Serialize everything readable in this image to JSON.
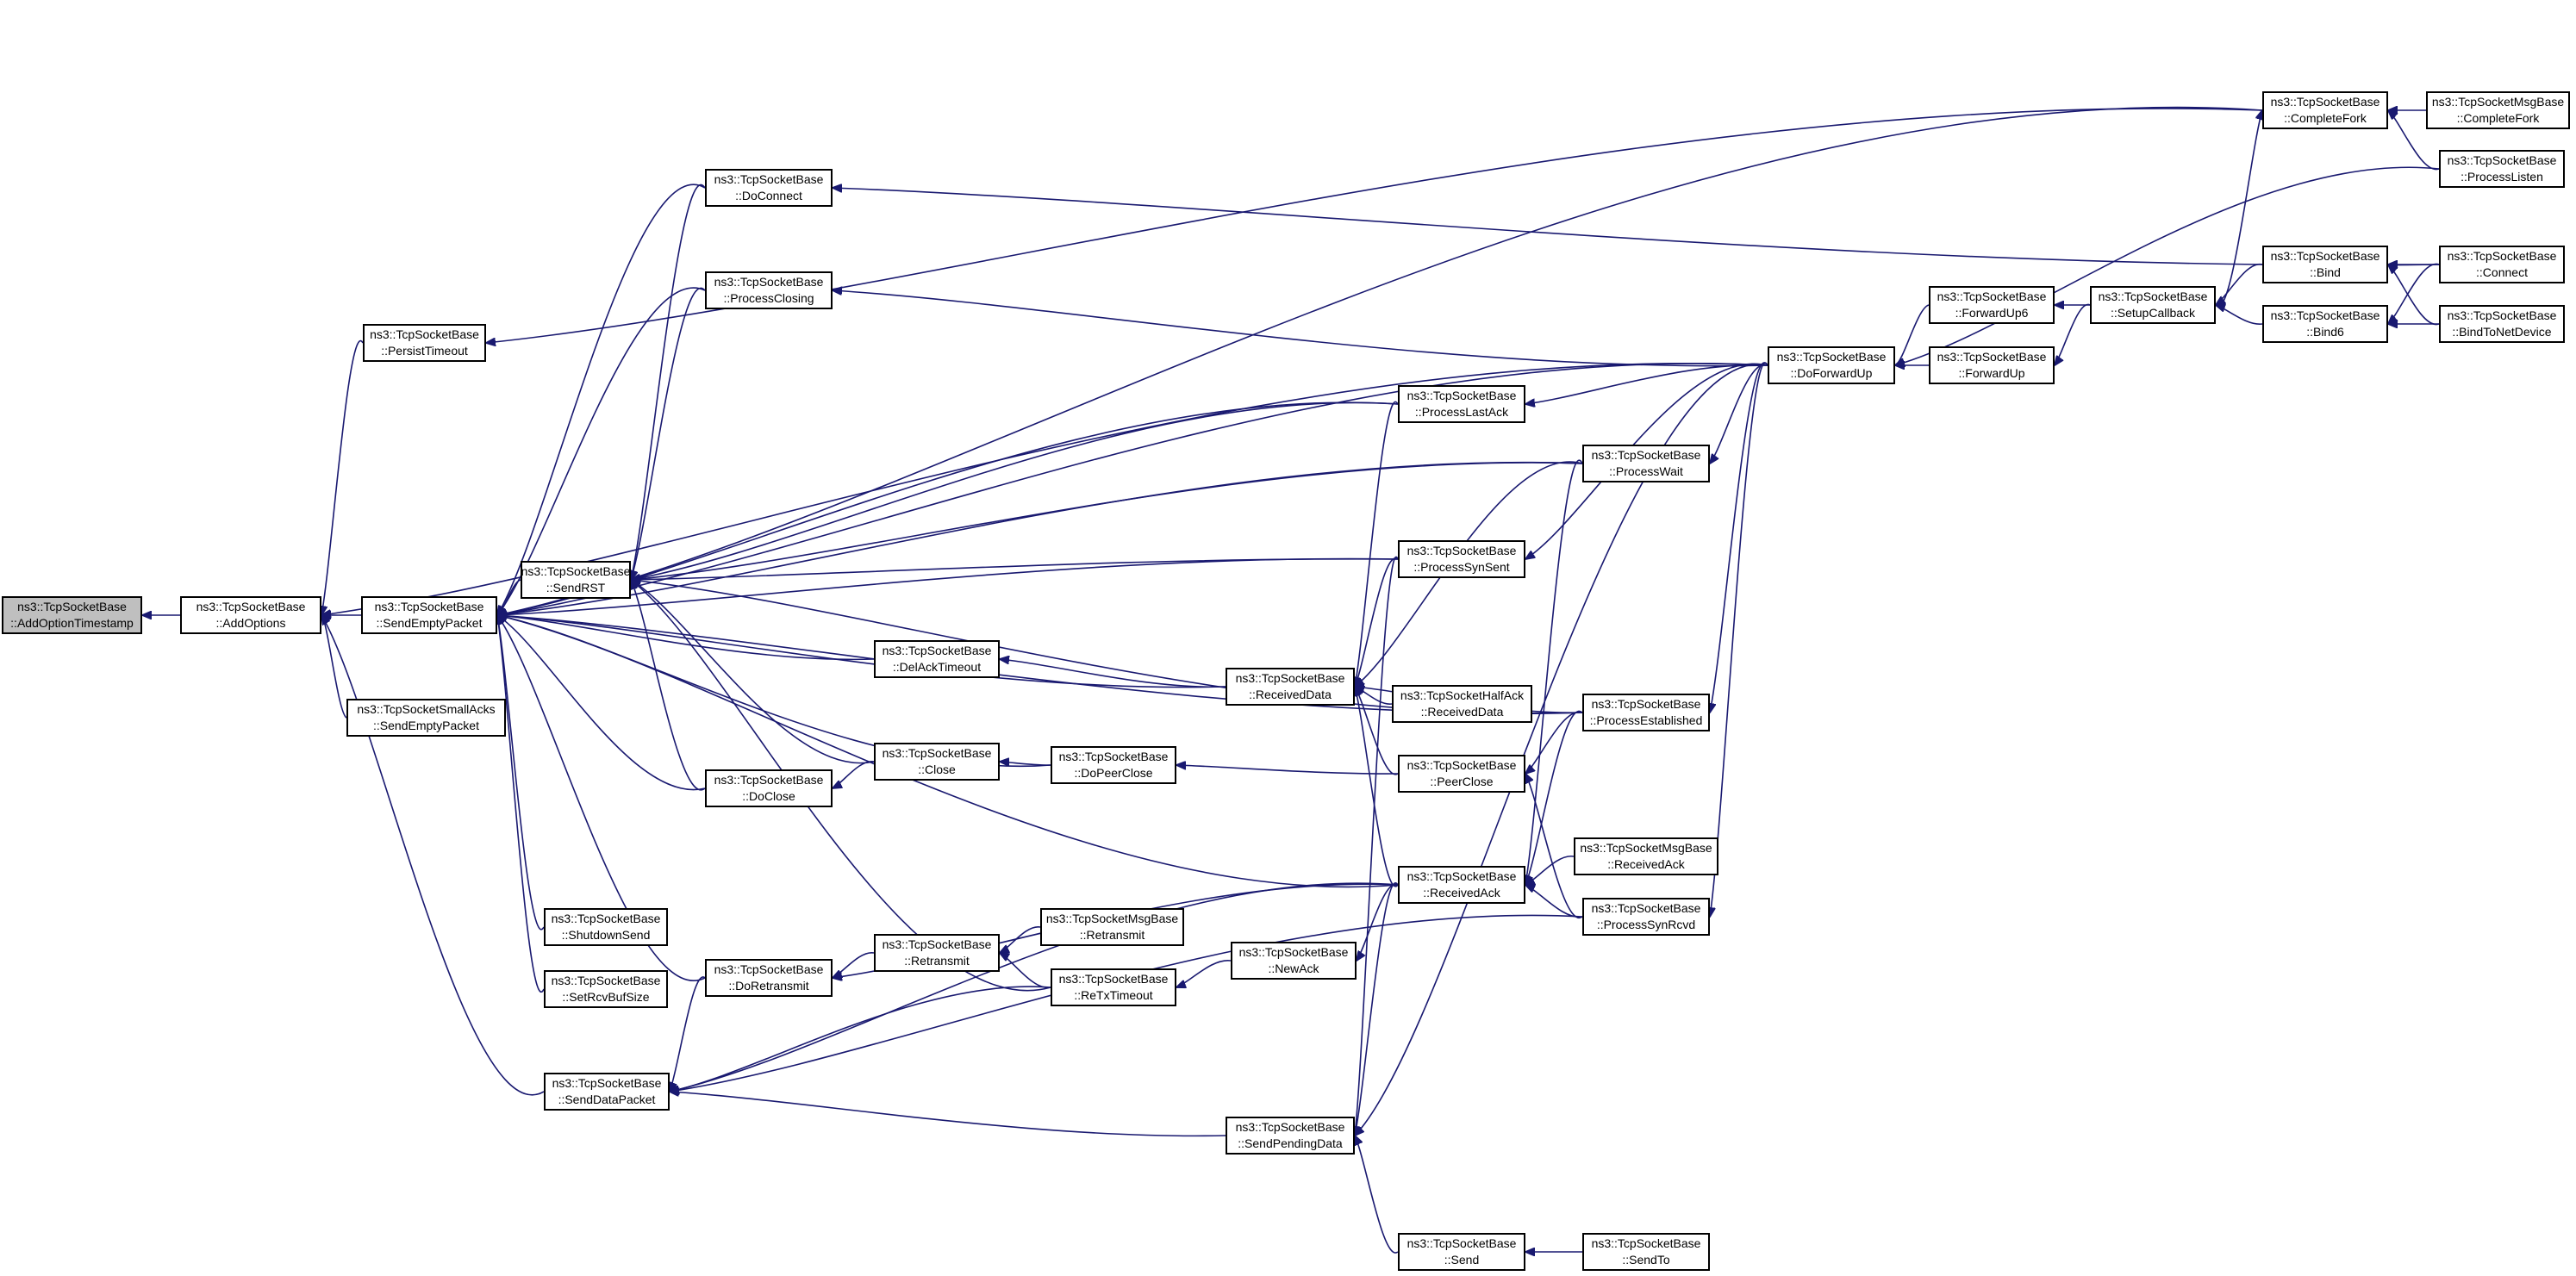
{
  "graph": {
    "nodes": [
      {
        "id": "addopt_ts",
        "line1": "ns3::TcpSocketBase",
        "line2": "::AddOptionTimestamp",
        "root": true
      },
      {
        "id": "addoptions",
        "line1": "ns3::TcpSocketBase",
        "line2": "::AddOptions"
      },
      {
        "id": "persist",
        "line1": "ns3::TcpSocketBase",
        "line2": "::PersistTimeout"
      },
      {
        "id": "smallacks",
        "line1": "ns3::TcpSocketSmallAcks",
        "line2": "::SendEmptyPacket"
      },
      {
        "id": "sendempty",
        "line1": "ns3::TcpSocketBase",
        "line2": "::SendEmptyPacket"
      },
      {
        "id": "sendrst",
        "line1": "ns3::TcpSocketBase",
        "line2": "::SendRST"
      },
      {
        "id": "shutdown",
        "line1": "ns3::TcpSocketBase",
        "line2": "::ShutdownSend"
      },
      {
        "id": "setrcvbuf",
        "line1": "ns3::TcpSocketBase",
        "line2": "::SetRcvBufSize"
      },
      {
        "id": "senddata",
        "line1": "ns3::TcpSocketBase",
        "line2": "::SendDataPacket"
      },
      {
        "id": "doconnect",
        "line1": "ns3::TcpSocketBase",
        "line2": "::DoConnect"
      },
      {
        "id": "proclosing",
        "line1": "ns3::TcpSocketBase",
        "line2": "::ProcessClosing"
      },
      {
        "id": "delack",
        "line1": "ns3::TcpSocketBase",
        "line2": "::DelAckTimeout"
      },
      {
        "id": "doclose",
        "line1": "ns3::TcpSocketBase",
        "line2": "::DoClose"
      },
      {
        "id": "doretx",
        "line1": "ns3::TcpSocketBase",
        "line2": "::DoRetransmit"
      },
      {
        "id": "close",
        "line1": "ns3::TcpSocketBase",
        "line2": "::Close"
      },
      {
        "id": "retransmit",
        "line1": "ns3::TcpSocketBase",
        "line2": "::Retransmit"
      },
      {
        "id": "msgretx",
        "line1": "ns3::TcpSocketMsgBase",
        "line2": "::Retransmit"
      },
      {
        "id": "dopeer",
        "line1": "ns3::TcpSocketBase",
        "line2": "::DoPeerClose"
      },
      {
        "id": "retxtimeout",
        "line1": "ns3::TcpSocketBase",
        "line2": "::ReTxTimeout"
      },
      {
        "id": "recvdata",
        "line1": "ns3::TcpSocketBase",
        "line2": "::ReceivedData"
      },
      {
        "id": "newack",
        "line1": "ns3::TcpSocketBase",
        "line2": "::NewAck"
      },
      {
        "id": "sendpending",
        "line1": "ns3::TcpSocketBase",
        "line2": "::SendPendingData"
      },
      {
        "id": "proclastack",
        "line1": "ns3::TcpSocketBase",
        "line2": "::ProcessLastAck"
      },
      {
        "id": "procsynsent",
        "line1": "ns3::TcpSocketBase",
        "line2": "::ProcessSynSent"
      },
      {
        "id": "halfack",
        "line1": "ns3::TcpSocketHalfAck",
        "line2": "::ReceivedData"
      },
      {
        "id": "peerclose",
        "line1": "ns3::TcpSocketBase",
        "line2": "::PeerClose"
      },
      {
        "id": "recvack",
        "line1": "ns3::TcpSocketBase",
        "line2": "::ReceivedAck"
      },
      {
        "id": "send",
        "line1": "ns3::TcpSocketBase",
        "line2": "::Send"
      },
      {
        "id": "procwait",
        "line1": "ns3::TcpSocketBase",
        "line2": "::ProcessWait"
      },
      {
        "id": "procest",
        "line1": "ns3::TcpSocketBase",
        "line2": "::ProcessEstablished"
      },
      {
        "id": "msgrecvack",
        "line1": "ns3::TcpSocketMsgBase",
        "line2": "::ReceivedAck"
      },
      {
        "id": "procsynrcvd",
        "line1": "ns3::TcpSocketBase",
        "line2": "::ProcessSynRcvd"
      },
      {
        "id": "sendto",
        "line1": "ns3::TcpSocketBase",
        "line2": "::SendTo"
      },
      {
        "id": "doforwardup",
        "line1": "ns3::TcpSocketBase",
        "line2": "::DoForwardUp"
      },
      {
        "id": "forwardup6",
        "line1": "ns3::TcpSocketBase",
        "line2": "::ForwardUp6"
      },
      {
        "id": "forwardup",
        "line1": "ns3::TcpSocketBase",
        "line2": "::ForwardUp"
      },
      {
        "id": "setupcb",
        "line1": "ns3::TcpSocketBase",
        "line2": "::SetupCallback"
      },
      {
        "id": "completefork",
        "line1": "ns3::TcpSocketBase",
        "line2": "::CompleteFork"
      },
      {
        "id": "bind",
        "line1": "ns3::TcpSocketBase",
        "line2": "::Bind"
      },
      {
        "id": "bind6",
        "line1": "ns3::TcpSocketBase",
        "line2": "::Bind6"
      },
      {
        "id": "msgcompletefork",
        "line1": "ns3::TcpSocketMsgBase",
        "line2": "::CompleteFork"
      },
      {
        "id": "proclisten",
        "line1": "ns3::TcpSocketBase",
        "line2": "::ProcessListen"
      },
      {
        "id": "connect",
        "line1": "ns3::TcpSocketBase",
        "line2": "::Connect"
      },
      {
        "id": "bindtonet",
        "line1": "ns3::TcpSocketBase",
        "line2": "::BindToNetDevice"
      }
    ],
    "edges": [
      [
        "addoptions",
        "addopt_ts"
      ],
      [
        "sendempty",
        "addoptions"
      ],
      [
        "persist",
        "addoptions"
      ],
      [
        "smallacks",
        "addoptions"
      ],
      [
        "doforwardup",
        "addoptions"
      ],
      [
        "senddata",
        "addoptions"
      ],
      [
        "completefork",
        "persist"
      ],
      [
        "sendrst",
        "sendempty"
      ],
      [
        "doconnect",
        "sendempty"
      ],
      [
        "proclosing",
        "sendempty"
      ],
      [
        "delack",
        "sendempty"
      ],
      [
        "doclose",
        "sendempty"
      ],
      [
        "recvdata",
        "sendempty"
      ],
      [
        "proclastack",
        "sendempty"
      ],
      [
        "procsynsent",
        "sendempty"
      ],
      [
        "procwait",
        "sendempty"
      ],
      [
        "dopeer",
        "sendempty"
      ],
      [
        "procest",
        "sendempty"
      ],
      [
        "doforwardup",
        "sendempty"
      ],
      [
        "completefork",
        "sendempty"
      ],
      [
        "shutdown",
        "sendempty"
      ],
      [
        "setrcvbuf",
        "sendempty"
      ],
      [
        "doretx",
        "sendempty"
      ],
      [
        "recvack",
        "sendempty"
      ],
      [
        "doconnect",
        "sendrst"
      ],
      [
        "proclosing",
        "sendrst"
      ],
      [
        "close",
        "sendrst"
      ],
      [
        "doclose",
        "sendrst"
      ],
      [
        "proclastack",
        "sendrst"
      ],
      [
        "procwait",
        "sendrst"
      ],
      [
        "procsynsent",
        "sendrst"
      ],
      [
        "procest",
        "sendrst"
      ],
      [
        "retxtimeout",
        "sendrst"
      ],
      [
        "connect",
        "doconnect"
      ],
      [
        "doforwardup",
        "proclosing"
      ],
      [
        "recvdata",
        "delack"
      ],
      [
        "close",
        "doclose"
      ],
      [
        "dopeer",
        "close"
      ],
      [
        "peerclose",
        "dopeer"
      ],
      [
        "retransmit",
        "doretx"
      ],
      [
        "msgretx",
        "retransmit"
      ],
      [
        "retxtimeout",
        "retransmit"
      ],
      [
        "newack",
        "retxtimeout"
      ],
      [
        "recvack",
        "newack"
      ],
      [
        "recvack",
        "doretx"
      ],
      [
        "doretx",
        "senddata"
      ],
      [
        "retxtimeout",
        "senddata"
      ],
      [
        "sendpending",
        "senddata"
      ],
      [
        "recvack",
        "senddata"
      ],
      [
        "procsynrcvd",
        "senddata"
      ],
      [
        "halfack",
        "recvdata"
      ],
      [
        "peerclose",
        "recvdata"
      ],
      [
        "procest",
        "recvdata"
      ],
      [
        "proclastack",
        "recvdata"
      ],
      [
        "procsynsent",
        "recvdata"
      ],
      [
        "procwait",
        "recvdata"
      ],
      [
        "recvack",
        "recvdata"
      ],
      [
        "procest",
        "peerclose"
      ],
      [
        "procsynrcvd",
        "peerclose"
      ],
      [
        "msgrecvack",
        "recvack"
      ],
      [
        "procsynrcvd",
        "recvack"
      ],
      [
        "procest",
        "recvack"
      ],
      [
        "procwait",
        "recvack"
      ],
      [
        "send",
        "sendpending"
      ],
      [
        "recvack",
        "sendpending"
      ],
      [
        "procsynsent",
        "sendpending"
      ],
      [
        "doforwardup",
        "sendpending"
      ],
      [
        "sendto",
        "send"
      ],
      [
        "doforwardup",
        "proclastack"
      ],
      [
        "doforwardup",
        "procwait"
      ],
      [
        "doforwardup",
        "procsynsent"
      ],
      [
        "doforwardup",
        "procest"
      ],
      [
        "doforwardup",
        "procsynrcvd"
      ],
      [
        "forwardup6",
        "doforwardup"
      ],
      [
        "forwardup",
        "doforwardup"
      ],
      [
        "proclisten",
        "doforwardup"
      ],
      [
        "setupcb",
        "forwardup6"
      ],
      [
        "setupcb",
        "forwardup"
      ],
      [
        "bind",
        "setupcb"
      ],
      [
        "bind6",
        "setupcb"
      ],
      [
        "setupcb",
        "completefork"
      ],
      [
        "msgcompletefork",
        "completefork"
      ],
      [
        "proclisten",
        "completefork"
      ],
      [
        "connect",
        "bind"
      ],
      [
        "bindtonet",
        "bind"
      ],
      [
        "connect",
        "bind6"
      ],
      [
        "bindtonet",
        "bind6"
      ]
    ]
  }
}
